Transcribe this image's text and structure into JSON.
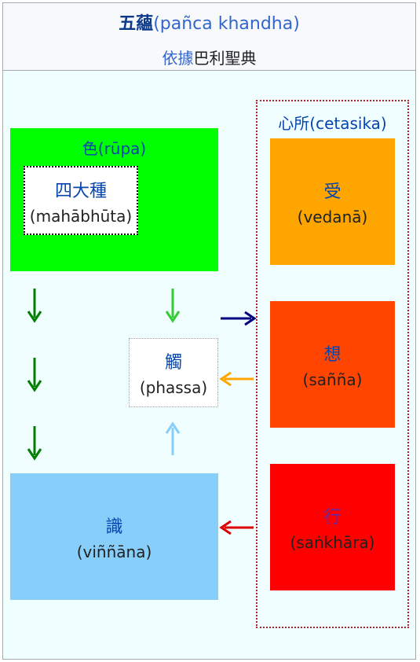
{
  "title": {
    "zh": "五蘊",
    "pali": "(pañca khandha)"
  },
  "subtitle": {
    "link": "依據",
    "text": "巴利聖典"
  },
  "rupa": {
    "label": "色(rūpa)",
    "mahabhuta": {
      "zh": "四大種",
      "pali": "(mahābhūta)"
    }
  },
  "phassa": {
    "zh": "觸",
    "pali": "(phassa)"
  },
  "vinnana": {
    "zh": "識",
    "pali": "(viññāna)"
  },
  "cetasika": {
    "label": "心所(cetasika)",
    "vedana": {
      "zh": "受",
      "pali": "(vedanā)"
    },
    "sanna": {
      "zh": "想",
      "pali": "(sañña)"
    },
    "sankhara": {
      "zh": "行",
      "pali": "(saṅkhāra)"
    }
  },
  "colors": {
    "rupa": "#00ff00",
    "vinnana": "#87cefa",
    "vedana": "#ffa500",
    "sanna": "#ff4500",
    "sankhara": "#ff0000",
    "arrow_green_dark": "#008000",
    "arrow_green_light": "#32cd32",
    "arrow_light_blue": "#87cefa",
    "arrow_navy": "#000080",
    "arrow_orange": "#ffa500",
    "arrow_red": "#dd0000"
  }
}
